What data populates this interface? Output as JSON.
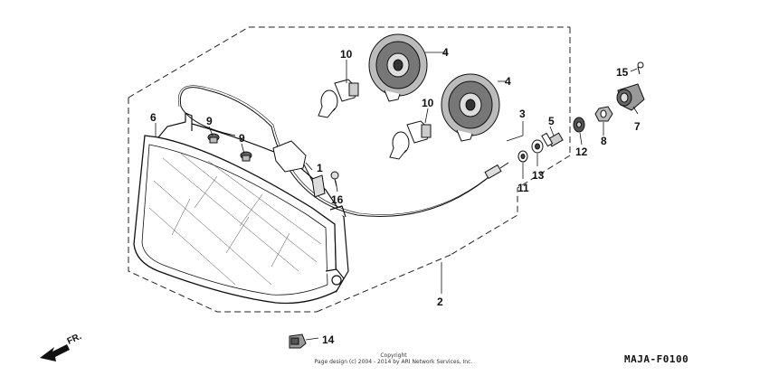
{
  "diagram": {
    "callouts": [
      {
        "id": "c1",
        "text": "1"
      },
      {
        "id": "c2",
        "text": "2"
      },
      {
        "id": "c3",
        "text": "3"
      },
      {
        "id": "c4a",
        "text": "4"
      },
      {
        "id": "c4b",
        "text": "4"
      },
      {
        "id": "c5",
        "text": "5"
      },
      {
        "id": "c6",
        "text": "6"
      },
      {
        "id": "c7",
        "text": "7"
      },
      {
        "id": "c8",
        "text": "8"
      },
      {
        "id": "c9a",
        "text": "9"
      },
      {
        "id": "c9b",
        "text": "9"
      },
      {
        "id": "c10a",
        "text": "10"
      },
      {
        "id": "c10b",
        "text": "10"
      },
      {
        "id": "c11",
        "text": "11"
      },
      {
        "id": "c12",
        "text": "12"
      },
      {
        "id": "c13",
        "text": "13"
      },
      {
        "id": "c14",
        "text": "14"
      },
      {
        "id": "c15",
        "text": "15"
      },
      {
        "id": "c16",
        "text": "16"
      }
    ],
    "direction_label": "FR.",
    "copyright_line1": "Copyright",
    "copyright_line2": "Page design (c) 2004 - 2014 by ARI Network Services, Inc.",
    "diagram_code": "MAJA-F0100"
  }
}
